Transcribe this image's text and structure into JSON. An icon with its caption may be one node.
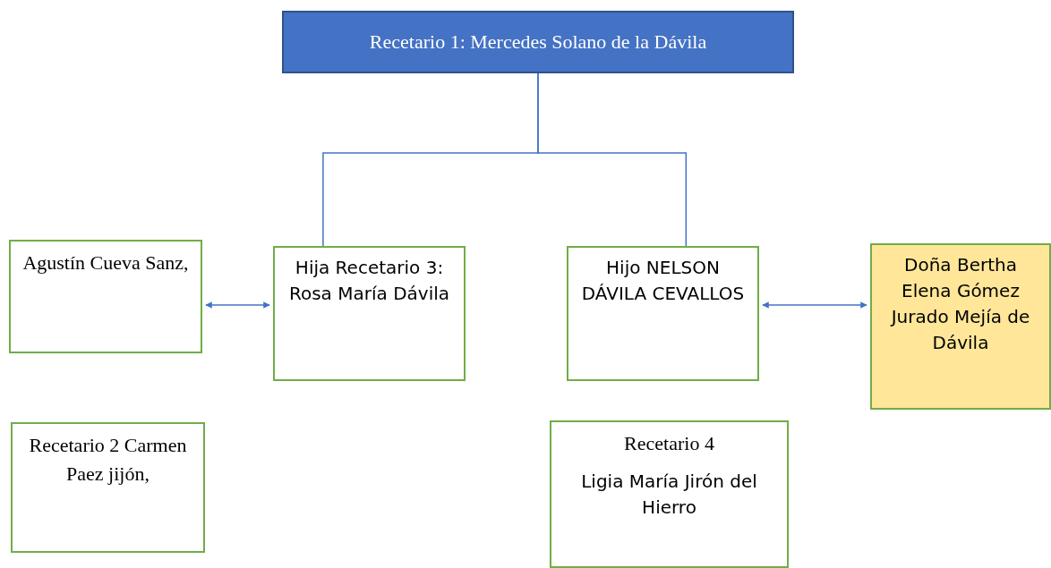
{
  "diagram": {
    "nodes": [
      {
        "text": [
          "Recetario 1: Mercedes Solano de la Dávila"
        ]
      },
      {
        "text": [
          "Agustín Cueva Sanz,"
        ]
      },
      {
        "text": [
          "Hija Recetario 3: Rosa María Dávila"
        ]
      },
      {
        "text": [
          "Hijo NELSON DÁVILA CEVALLOS"
        ]
      },
      {
        "text": [
          "Doña Bertha Elena Gómez Jurado Mejía de Dávila"
        ]
      },
      {
        "text": [
          "Recetario 2 Carmen Paez jijón,"
        ]
      },
      {
        "text": [
          "Recetario 4",
          "Ligia María Jirón del Hierro"
        ]
      }
    ],
    "edges": [
      {
        "from": 0,
        "to": 2,
        "arrow": "none"
      },
      {
        "from": 0,
        "to": 3,
        "arrow": "none"
      },
      {
        "from": 1,
        "to": 2,
        "arrow": "both"
      },
      {
        "from": 3,
        "to": 4,
        "arrow": "both"
      }
    ]
  }
}
